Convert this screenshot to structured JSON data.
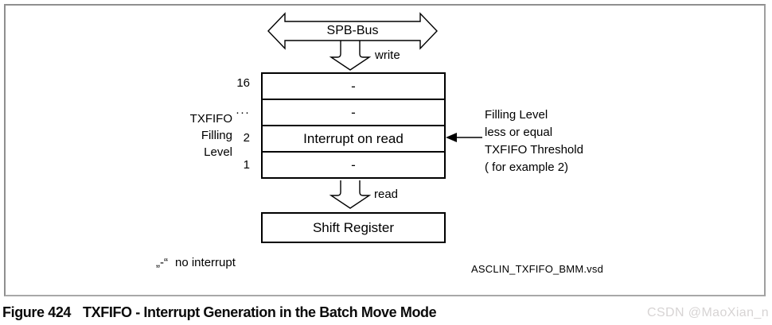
{
  "figure_caption": {
    "number": "Figure 424",
    "title": "TXFIFO - Interrupt Generation in the Batch Move Mode"
  },
  "watermark": "CSDN @MaoXian_n",
  "diagram": {
    "bus_label": "SPB-Bus",
    "write_label": "write",
    "read_label": "read",
    "fifo": {
      "side_label_lines": [
        "TXFIFO",
        "Filling",
        "Level"
      ],
      "level_labels": [
        "16",
        "···",
        "2",
        "1"
      ],
      "rows": [
        "-",
        "-",
        "Interrupt on read",
        "-"
      ]
    },
    "threshold_note_lines": [
      "Filling Level",
      "less or equal",
      "TXFIFO Threshold",
      "( for example 2)"
    ],
    "shift_register_label": "Shift Register",
    "legend": {
      "symbol": "„-“",
      "text": "no interrupt"
    },
    "source_file_label": "ASCLIN_TXFIFO_BMM.vsd"
  },
  "icons": {
    "spb_bus_arrow": "horizontal double-headed outline arrow",
    "write_arrow": "hollow downward arrow",
    "read_arrow": "hollow downward arrow",
    "threshold_arrow": "solid left-pointing arrow"
  },
  "colors": {
    "stroke": "#000000",
    "frame_border": "#9a9a9a",
    "watermark": "#d7d4d4",
    "background": "#ffffff"
  }
}
